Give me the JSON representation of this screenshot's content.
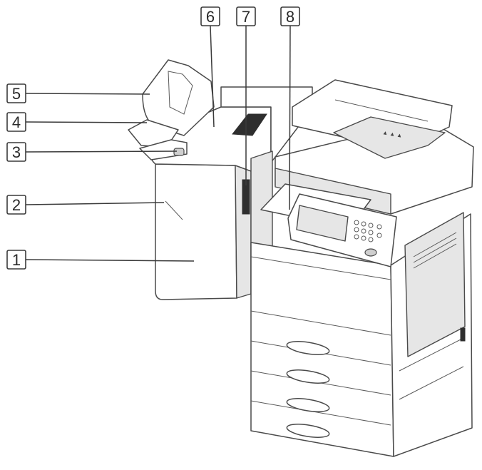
{
  "callouts": [
    {
      "id": "c1",
      "label": "1"
    },
    {
      "id": "c2",
      "label": "2"
    },
    {
      "id": "c3",
      "label": "3"
    },
    {
      "id": "c4",
      "label": "4"
    },
    {
      "id": "c5",
      "label": "5"
    },
    {
      "id": "c6",
      "label": "6"
    },
    {
      "id": "c7",
      "label": "7"
    },
    {
      "id": "c8",
      "label": "8"
    }
  ],
  "adf_icons": "▲ ▲   ▲",
  "colors": {
    "line": "#3a3a3a",
    "fill": "#ffffff",
    "shade": "#e6e6e6",
    "dark": "#2e2e2e"
  }
}
